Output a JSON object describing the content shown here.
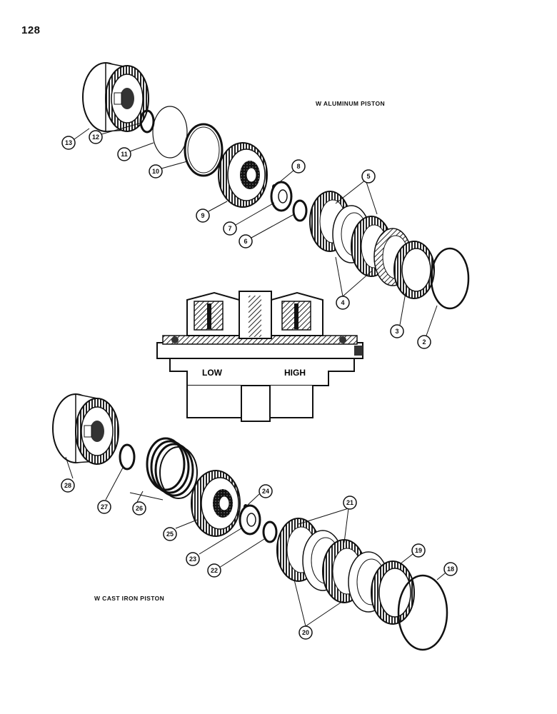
{
  "page": {
    "number": "128"
  },
  "captions": {
    "top": "W ALUMINUM PISTON",
    "bottom": "W CAST IRON PISTON"
  },
  "section_view": {
    "low_label": "LOW",
    "high_label": "HIGH"
  },
  "callouts": {
    "c2": "2",
    "c3": "3",
    "c4": "4",
    "c5": "5",
    "c6": "6",
    "c7": "7",
    "c8": "8",
    "c9": "9",
    "c10": "10",
    "c11": "11",
    "c12": "12",
    "c13": "13",
    "c18": "18",
    "c19": "19",
    "c20": "20",
    "c21": "21",
    "c22": "22",
    "c23": "23",
    "c24": "24",
    "c25": "25",
    "c26": "26",
    "c27": "27",
    "c28": "28"
  }
}
